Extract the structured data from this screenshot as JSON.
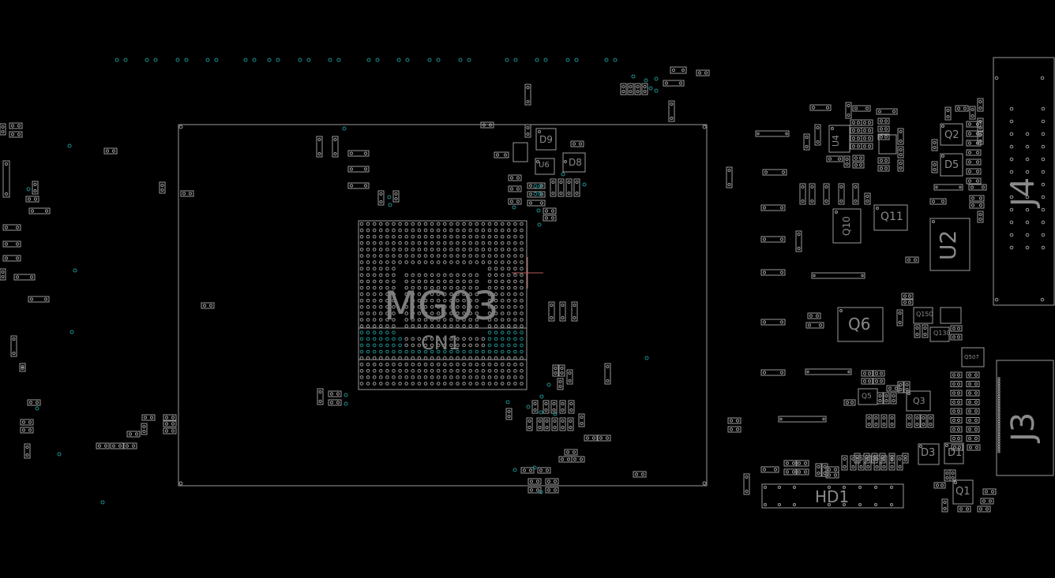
{
  "colors": {
    "background": "#000000",
    "outline": "#9a9a9a",
    "label": "#8a8a8a",
    "via": "#1f8f8f",
    "cursor": "#b85a5a"
  },
  "labels": {
    "mg03": "MG03",
    "cn1": "CN1",
    "d9": "D9",
    "d8": "D8",
    "u6": "U6",
    "q2": "Q2",
    "d5": "D5",
    "u4": "U4",
    "q10": "Q10",
    "q11": "Q11",
    "u2": "U2",
    "j4": "J4",
    "q6": "Q6",
    "q150": "Q150",
    "q130": "Q130",
    "q507": "Q507",
    "q5": "Q5",
    "q3": "Q3",
    "j3": "J3",
    "d3": "D3",
    "d1": "D1",
    "q1": "Q1",
    "hd1": "HD1"
  }
}
